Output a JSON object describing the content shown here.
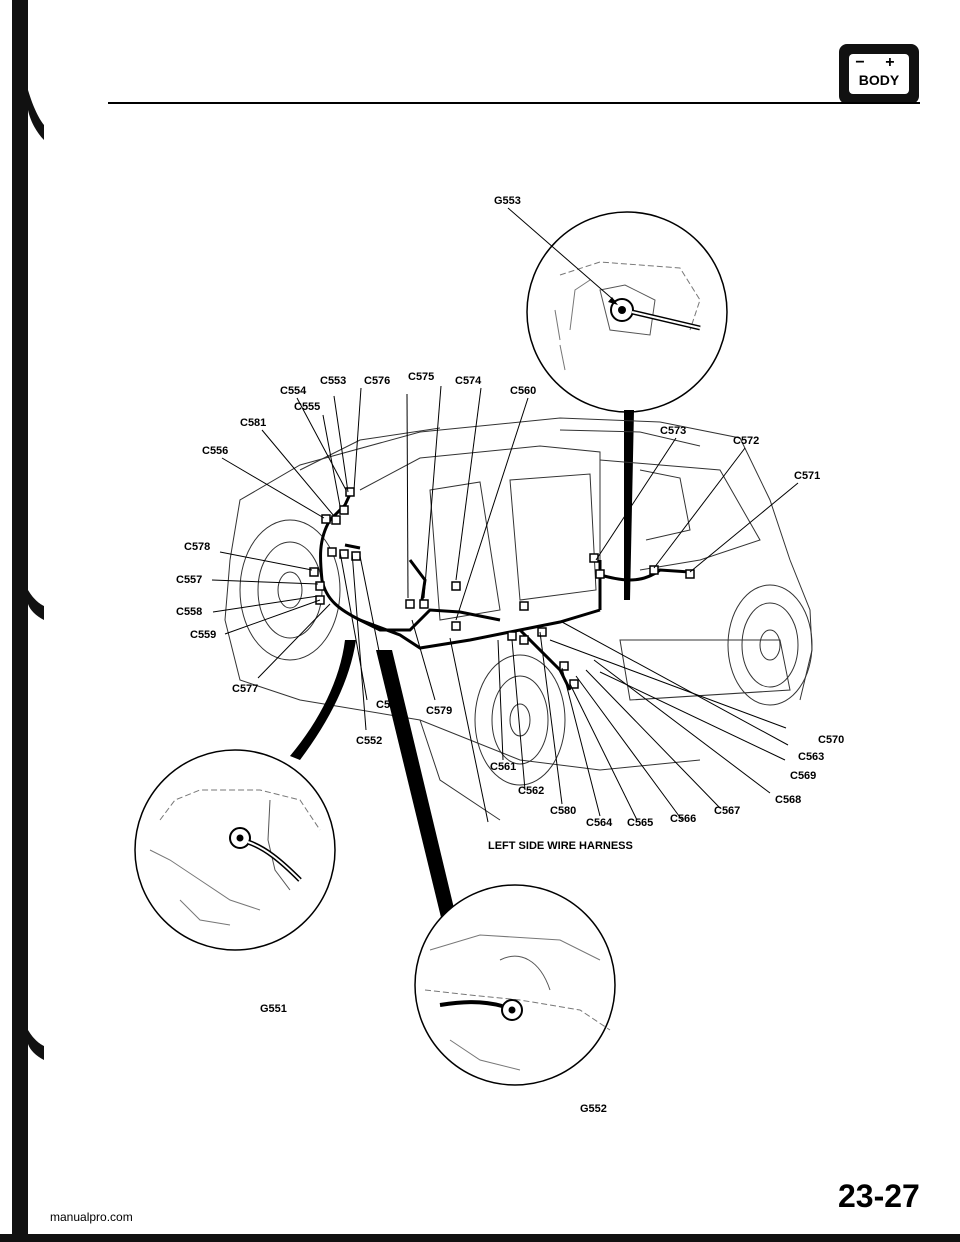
{
  "header": {
    "badge_text": "BODY",
    "badge_symbol": "− +"
  },
  "callouts": {
    "G553": "G553",
    "G551": "G551",
    "G552": "G552",
    "C551": "C551",
    "C552": "C552",
    "C553": "C553",
    "C554": "C554",
    "C555": "C555",
    "C556": "C556",
    "C557": "C557",
    "C558": "C558",
    "C559": "C559",
    "C560": "C560",
    "C561": "C561",
    "C562": "C562",
    "C563": "C563",
    "C564": "C564",
    "C565": "C565",
    "C566": "C566",
    "C567": "C567",
    "C568": "C568",
    "C569": "C569",
    "C570": "C570",
    "C571": "C571",
    "C572": "C572",
    "C573": "C573",
    "C574": "C574",
    "C575": "C575",
    "C576": "C576",
    "C577": "C577",
    "C578": "C578",
    "C579": "C579",
    "C580": "C580",
    "C581": "C581"
  },
  "harness_label": "LEFT SIDE WIRE HARNESS",
  "page_number": "23-27",
  "source_url": "manualpro.com",
  "colors": {
    "ink": "#000000",
    "paper": "#ffffff"
  }
}
